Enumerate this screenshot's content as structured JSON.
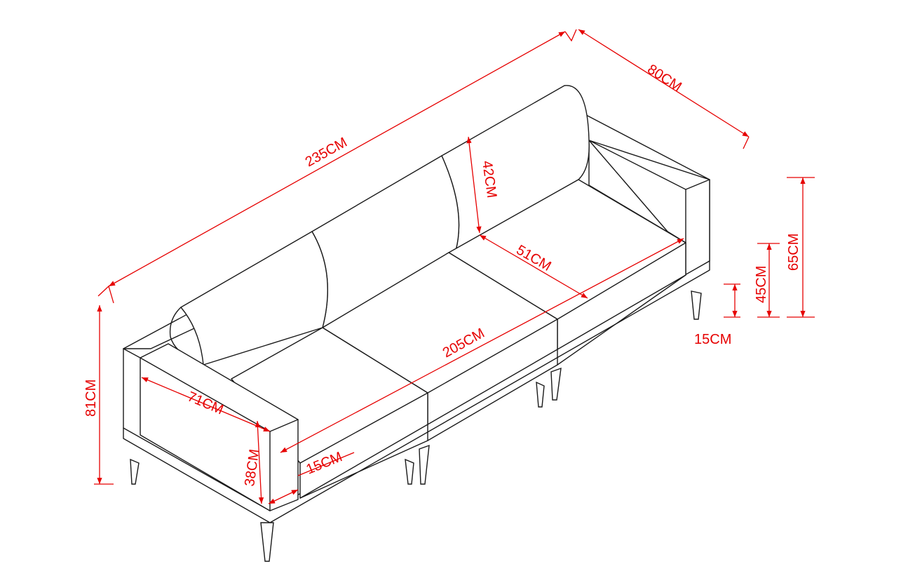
{
  "diagram": {
    "line_color": "#1a1a1a",
    "dimension_color": "#e60000",
    "labels": {
      "total_length": "235CM",
      "total_depth": "80CM",
      "back_cushion": "42CM",
      "seat_depth": "51CM",
      "seat_width": "205CM",
      "arm_depth": "71CM",
      "arm_height": "38CM",
      "arm_width": "15CM",
      "total_height": "81CM",
      "back_height": "65CM",
      "seat_height": "45CM",
      "leg_height": "15CM"
    }
  }
}
